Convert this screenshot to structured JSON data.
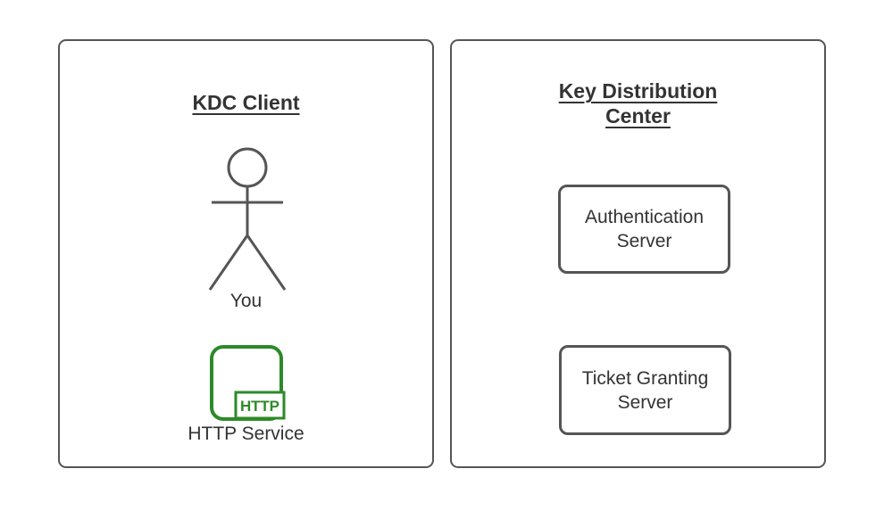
{
  "left_panel": {
    "title": "KDC Client",
    "actor_label": "You",
    "service_badge": "HTTP",
    "service_label": "HTTP Service"
  },
  "right_panel": {
    "title": "Key Distribution Center",
    "nodes": [
      {
        "label": "Authentication Server"
      },
      {
        "label": "Ticket Granting Server"
      }
    ]
  },
  "colors": {
    "outline_gray": "#555555",
    "text_dark": "#333333",
    "service_green": "#2d8a28"
  }
}
